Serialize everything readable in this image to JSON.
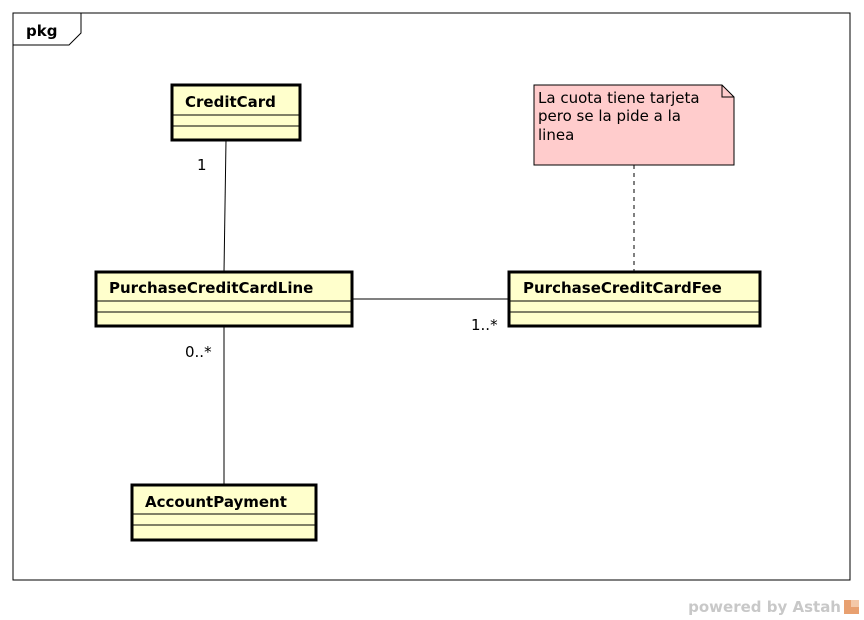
{
  "frame": {
    "label": "pkg"
  },
  "classes": {
    "credit_card": "CreditCard",
    "purchase_credit_card_line": "PurchaseCreditCardLine",
    "purchase_credit_card_fee": "PurchaseCreditCardFee",
    "account_payment": "AccountPayment"
  },
  "multiplicities": {
    "credit_card_end": "1",
    "fee_end": "1..*",
    "account_payment_end": "0..*"
  },
  "note": {
    "lines": [
      "La cuota tiene tarjeta",
      "pero se la pide a la",
      "linea"
    ]
  },
  "footer": {
    "text": "powered by Astah"
  },
  "colors": {
    "class_fill": "#ffffcc",
    "note_fill": "#ffcccc",
    "brand_icon": "#e8a070"
  }
}
